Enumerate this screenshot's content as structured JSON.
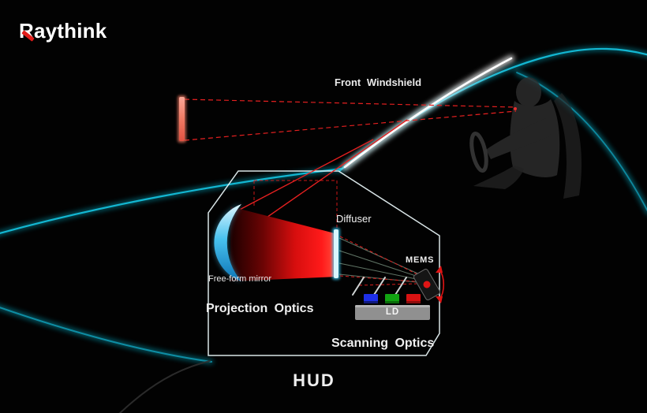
{
  "logo": {
    "r": "R",
    "rest": "aythink",
    "full": "Raythink"
  },
  "labels": {
    "front_windshield": "Front Windshield",
    "diffuser": "Diffuser",
    "free_form_mirror": "Free-form mirror",
    "projection_optics": "Projection Optics",
    "mems": "MEMS",
    "ld": "LD",
    "scanning_optics": "Scanning Optics",
    "hud": "HUD"
  },
  "colors": {
    "background": "#020202",
    "car_outline_cyan": "#0fb4cf",
    "windshield_streak": "#ffffff",
    "optical_path_red": "#e62020",
    "virtual_image_salmon": "#f07a64",
    "mirror_cyan": "#48c2ef",
    "diffuser_cyan": "#d8f6ff",
    "laser_blue": "#1e2fe8",
    "laser_green": "#12a412",
    "laser_red": "#d81212",
    "ld_base_gray": "#909090",
    "enclosure_outline": "#e6f2f4"
  },
  "components": [
    "virtual-image",
    "front-windshield",
    "driver-eye",
    "hud-enclosure",
    "free-form-mirror",
    "projection-beam",
    "diffuser",
    "mems-mirror",
    "dichroic-mirrors",
    "rgb-laser-diodes",
    "ld-base"
  ]
}
